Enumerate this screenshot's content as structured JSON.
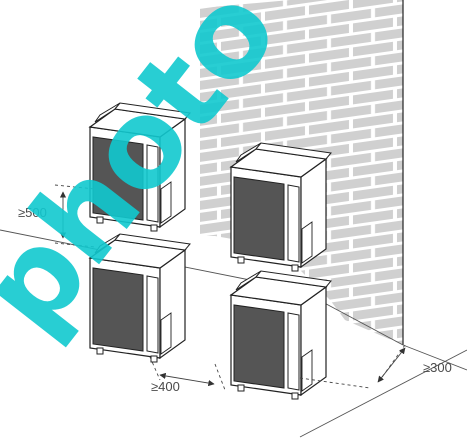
{
  "dimensions": {
    "vertical_gap": "≥500",
    "side_gap": "≥400",
    "wall_gap": "≥300"
  },
  "watermark": {
    "text": "photo",
    "color": "#00c4c9"
  },
  "colors": {
    "line": "#222222",
    "grille": "#555555",
    "brick": "#cccccc",
    "dim_line": "#444444"
  }
}
